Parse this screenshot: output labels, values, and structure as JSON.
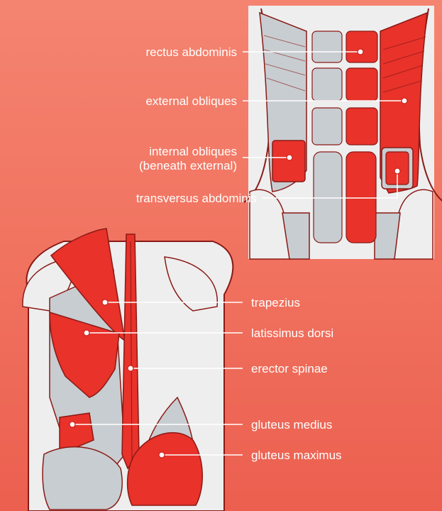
{
  "colors": {
    "background_top": "#f48470",
    "background_bottom": "#ec5f4f",
    "muscle_highlight": "#e8322a",
    "muscle_other": "#c8cdd1",
    "bone_white": "#eeeeee",
    "outline": "#8a1a16"
  },
  "front_view": {
    "labels": {
      "rectus": "rectus abdominis",
      "external": "external obliques",
      "internal_line1": "internal obliques",
      "internal_line2": "(beneath external)",
      "transversus": "transversus abdominis"
    }
  },
  "back_view": {
    "labels": {
      "trapezius": "trapezius",
      "latissimus": "latissimus dorsi",
      "erector": "erector spinae",
      "gluteus_medius": "gluteus medius",
      "gluteus_maximus": "gluteus maximus"
    }
  }
}
